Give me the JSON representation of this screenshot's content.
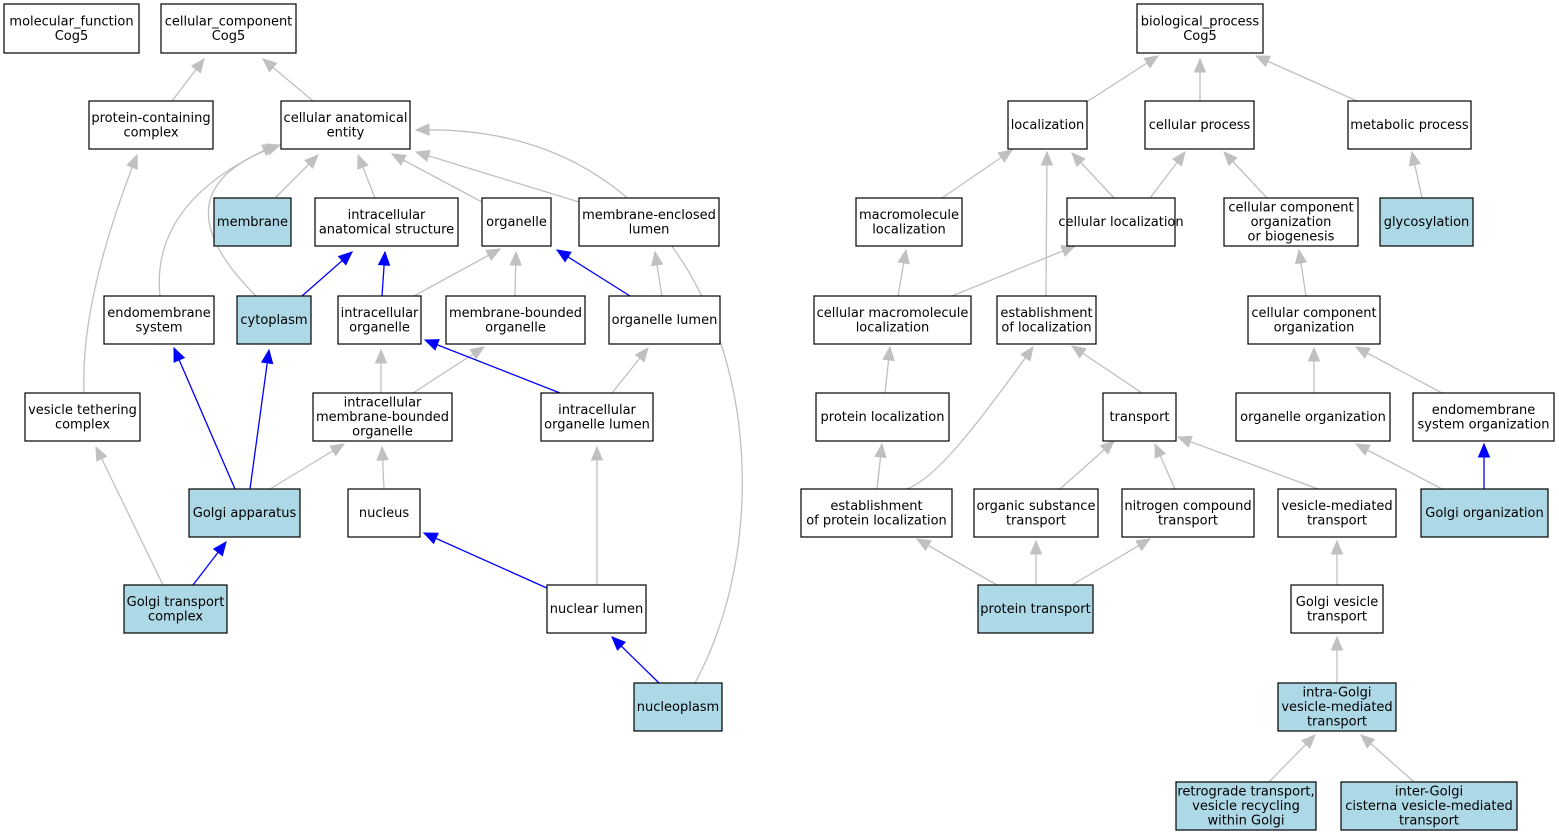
{
  "colors": {
    "highlight_fill": "#add8e6",
    "plain_fill": "#ffffff",
    "edge_gray": "#c0c0c0",
    "edge_blue": "#0000ff"
  },
  "nodes": [
    {
      "id": "mf_root",
      "lines": [
        "molecular_function",
        "Cog5"
      ],
      "highlight": false
    },
    {
      "id": "cc_root",
      "lines": [
        "cellular_component",
        "Cog5"
      ],
      "highlight": false
    },
    {
      "id": "bp_root",
      "lines": [
        "biological_process",
        "Cog5"
      ],
      "highlight": false
    },
    {
      "id": "protein_containing_complex",
      "lines": [
        "protein-containing",
        "complex"
      ],
      "highlight": false
    },
    {
      "id": "cellular_anatomical_entity",
      "lines": [
        "cellular anatomical",
        "entity"
      ],
      "highlight": false
    },
    {
      "id": "membrane",
      "lines": [
        "membrane"
      ],
      "highlight": true
    },
    {
      "id": "intracellular_anatomical_structure",
      "lines": [
        "intracellular",
        "anatomical structure"
      ],
      "highlight": false
    },
    {
      "id": "organelle",
      "lines": [
        "organelle"
      ],
      "highlight": false
    },
    {
      "id": "membrane_enclosed_lumen",
      "lines": [
        "membrane-enclosed",
        "lumen"
      ],
      "highlight": false
    },
    {
      "id": "endomembrane_system",
      "lines": [
        "endomembrane",
        "system"
      ],
      "highlight": false
    },
    {
      "id": "cytoplasm",
      "lines": [
        "cytoplasm"
      ],
      "highlight": true
    },
    {
      "id": "intracellular_organelle",
      "lines": [
        "intracellular",
        "organelle"
      ],
      "highlight": false
    },
    {
      "id": "membrane_bounded_organelle",
      "lines": [
        "membrane-bounded",
        "organelle"
      ],
      "highlight": false
    },
    {
      "id": "organelle_lumen",
      "lines": [
        "organelle lumen"
      ],
      "highlight": false
    },
    {
      "id": "vesicle_tethering_complex",
      "lines": [
        "vesicle tethering",
        "complex"
      ],
      "highlight": false
    },
    {
      "id": "intracellular_membrane_bounded_organelle",
      "lines": [
        "intracellular",
        "membrane-bounded",
        "organelle"
      ],
      "highlight": false
    },
    {
      "id": "intracellular_organelle_lumen",
      "lines": [
        "intracellular",
        "organelle lumen"
      ],
      "highlight": false
    },
    {
      "id": "golgi_apparatus",
      "lines": [
        "Golgi apparatus"
      ],
      "highlight": true
    },
    {
      "id": "nucleus",
      "lines": [
        "nucleus"
      ],
      "highlight": false
    },
    {
      "id": "golgi_transport_complex",
      "lines": [
        "Golgi transport",
        "complex"
      ],
      "highlight": true
    },
    {
      "id": "nuclear_lumen",
      "lines": [
        "nuclear lumen"
      ],
      "highlight": false
    },
    {
      "id": "nucleoplasm",
      "lines": [
        "nucleoplasm"
      ],
      "highlight": true
    },
    {
      "id": "localization",
      "lines": [
        "localization"
      ],
      "highlight": false
    },
    {
      "id": "cellular_process",
      "lines": [
        "cellular process"
      ],
      "highlight": false
    },
    {
      "id": "metabolic_process",
      "lines": [
        "metabolic process"
      ],
      "highlight": false
    },
    {
      "id": "macromolecule_localization",
      "lines": [
        "macromolecule",
        "localization"
      ],
      "highlight": false
    },
    {
      "id": "cellular_localization",
      "lines": [
        "cellular localization"
      ],
      "highlight": false
    },
    {
      "id": "cellular_component_organization_or_biogenesis",
      "lines": [
        "cellular component",
        "organization",
        "or biogenesis"
      ],
      "highlight": false
    },
    {
      "id": "glycosylation",
      "lines": [
        "glycosylation"
      ],
      "highlight": true
    },
    {
      "id": "cellular_macromolecule_localization",
      "lines": [
        "cellular macromolecule",
        "localization"
      ],
      "highlight": false
    },
    {
      "id": "establishment_of_localization",
      "lines": [
        "establishment",
        "of localization"
      ],
      "highlight": false
    },
    {
      "id": "cellular_component_organization",
      "lines": [
        "cellular component",
        "organization"
      ],
      "highlight": false
    },
    {
      "id": "protein_localization",
      "lines": [
        "protein localization"
      ],
      "highlight": false
    },
    {
      "id": "transport",
      "lines": [
        "transport"
      ],
      "highlight": false
    },
    {
      "id": "organelle_organization",
      "lines": [
        "organelle organization"
      ],
      "highlight": false
    },
    {
      "id": "endomembrane_system_organization",
      "lines": [
        "endomembrane",
        "system organization"
      ],
      "highlight": false
    },
    {
      "id": "establishment_of_protein_localization",
      "lines": [
        "establishment",
        "of protein localization"
      ],
      "highlight": false
    },
    {
      "id": "organic_substance_transport",
      "lines": [
        "organic substance",
        "transport"
      ],
      "highlight": false
    },
    {
      "id": "nitrogen_compound_transport",
      "lines": [
        "nitrogen compound",
        "transport"
      ],
      "highlight": false
    },
    {
      "id": "vesicle_mediated_transport",
      "lines": [
        "vesicle-mediated",
        "transport"
      ],
      "highlight": false
    },
    {
      "id": "golgi_organization",
      "lines": [
        "Golgi organization"
      ],
      "highlight": true
    },
    {
      "id": "protein_transport",
      "lines": [
        "protein transport"
      ],
      "highlight": true
    },
    {
      "id": "golgi_vesicle_transport",
      "lines": [
        "Golgi vesicle",
        "transport"
      ],
      "highlight": false
    },
    {
      "id": "intra_golgi_vesicle_mediated_transport",
      "lines": [
        "intra-Golgi",
        "vesicle-mediated",
        "transport"
      ],
      "highlight": true
    },
    {
      "id": "retrograde_transport",
      "lines": [
        "retrograde transport,",
        "vesicle recycling",
        "within Golgi"
      ],
      "highlight": true
    },
    {
      "id": "inter_golgi_cisterna",
      "lines": [
        "inter-Golgi",
        "cisterna vesicle-mediated",
        "transport"
      ],
      "highlight": true
    }
  ],
  "edges": [
    {
      "from": "protein_containing_complex",
      "to": "cc_root",
      "color": "gray"
    },
    {
      "from": "cellular_anatomical_entity",
      "to": "cc_root",
      "color": "gray"
    },
    {
      "from": "membrane",
      "to": "cellular_anatomical_entity",
      "color": "gray"
    },
    {
      "from": "intracellular_anatomical_structure",
      "to": "cellular_anatomical_entity",
      "color": "gray"
    },
    {
      "from": "organelle",
      "to": "cellular_anatomical_entity",
      "color": "gray"
    },
    {
      "from": "membrane_enclosed_lumen",
      "to": "cellular_anatomical_entity",
      "color": "gray"
    },
    {
      "from": "endomembrane_system",
      "to": "cellular_anatomical_entity",
      "color": "gray"
    },
    {
      "from": "cytoplasm",
      "to": "cellular_anatomical_entity",
      "color": "gray"
    },
    {
      "from": "nucleoplasm",
      "to": "cellular_anatomical_entity",
      "color": "gray"
    },
    {
      "from": "cytoplasm",
      "to": "intracellular_anatomical_structure",
      "color": "blue"
    },
    {
      "from": "intracellular_organelle",
      "to": "intracellular_anatomical_structure",
      "color": "blue"
    },
    {
      "from": "intracellular_organelle",
      "to": "organelle",
      "color": "gray"
    },
    {
      "from": "membrane_bounded_organelle",
      "to": "organelle",
      "color": "gray"
    },
    {
      "from": "organelle_lumen",
      "to": "organelle",
      "color": "blue"
    },
    {
      "from": "organelle_lumen",
      "to": "membrane_enclosed_lumen",
      "color": "gray"
    },
    {
      "from": "vesicle_tethering_complex",
      "to": "protein_containing_complex",
      "color": "gray"
    },
    {
      "from": "intracellular_membrane_bounded_organelle",
      "to": "intracellular_organelle",
      "color": "gray"
    },
    {
      "from": "intracellular_membrane_bounded_organelle",
      "to": "membrane_bounded_organelle",
      "color": "gray"
    },
    {
      "from": "intracellular_organelle_lumen",
      "to": "intracellular_organelle",
      "color": "blue"
    },
    {
      "from": "intracellular_organelle_lumen",
      "to": "organelle_lumen",
      "color": "gray"
    },
    {
      "from": "golgi_apparatus",
      "to": "endomembrane_system",
      "color": "blue"
    },
    {
      "from": "golgi_apparatus",
      "to": "cytoplasm",
      "color": "blue"
    },
    {
      "from": "golgi_apparatus",
      "to": "intracellular_membrane_bounded_organelle",
      "color": "gray"
    },
    {
      "from": "nucleus",
      "to": "intracellular_membrane_bounded_organelle",
      "color": "gray"
    },
    {
      "from": "golgi_transport_complex",
      "to": "vesicle_tethering_complex",
      "color": "gray"
    },
    {
      "from": "golgi_transport_complex",
      "to": "golgi_apparatus",
      "color": "blue"
    },
    {
      "from": "nuclear_lumen",
      "to": "nucleus",
      "color": "blue"
    },
    {
      "from": "nuclear_lumen",
      "to": "intracellular_organelle_lumen",
      "color": "gray"
    },
    {
      "from": "nucleoplasm",
      "to": "nuclear_lumen",
      "color": "blue"
    },
    {
      "from": "localization",
      "to": "bp_root",
      "color": "gray"
    },
    {
      "from": "cellular_process",
      "to": "bp_root",
      "color": "gray"
    },
    {
      "from": "metabolic_process",
      "to": "bp_root",
      "color": "gray"
    },
    {
      "from": "macromolecule_localization",
      "to": "localization",
      "color": "gray"
    },
    {
      "from": "cellular_localization",
      "to": "localization",
      "color": "gray"
    },
    {
      "from": "cellular_localization",
      "to": "cellular_process",
      "color": "gray"
    },
    {
      "from": "cellular_component_organization_or_biogenesis",
      "to": "cellular_process",
      "color": "gray"
    },
    {
      "from": "glycosylation",
      "to": "metabolic_process",
      "color": "gray"
    },
    {
      "from": "cellular_macromolecule_localization",
      "to": "macromolecule_localization",
      "color": "gray"
    },
    {
      "from": "cellular_macromolecule_localization",
      "to": "cellular_localization",
      "color": "gray"
    },
    {
      "from": "establishment_of_localization",
      "to": "localization",
      "color": "gray"
    },
    {
      "from": "cellular_component_organization",
      "to": "cellular_component_organization_or_biogenesis",
      "color": "gray"
    },
    {
      "from": "protein_localization",
      "to": "cellular_macromolecule_localization",
      "color": "gray"
    },
    {
      "from": "transport",
      "to": "establishment_of_localization",
      "color": "gray"
    },
    {
      "from": "organelle_organization",
      "to": "cellular_component_organization",
      "color": "gray"
    },
    {
      "from": "endomembrane_system_organization",
      "to": "cellular_component_organization",
      "color": "gray"
    },
    {
      "from": "establishment_of_protein_localization",
      "to": "protein_localization",
      "color": "gray"
    },
    {
      "from": "establishment_of_protein_localization",
      "to": "establishment_of_localization",
      "color": "gray"
    },
    {
      "from": "organic_substance_transport",
      "to": "transport",
      "color": "gray"
    },
    {
      "from": "nitrogen_compound_transport",
      "to": "transport",
      "color": "gray"
    },
    {
      "from": "vesicle_mediated_transport",
      "to": "transport",
      "color": "gray"
    },
    {
      "from": "golgi_organization",
      "to": "organelle_organization",
      "color": "gray"
    },
    {
      "from": "golgi_organization",
      "to": "endomembrane_system_organization",
      "color": "blue"
    },
    {
      "from": "protein_transport",
      "to": "establishment_of_protein_localization",
      "color": "gray"
    },
    {
      "from": "protein_transport",
      "to": "organic_substance_transport",
      "color": "gray"
    },
    {
      "from": "protein_transport",
      "to": "nitrogen_compound_transport",
      "color": "gray"
    },
    {
      "from": "golgi_vesicle_transport",
      "to": "vesicle_mediated_transport",
      "color": "gray"
    },
    {
      "from": "intra_golgi_vesicle_mediated_transport",
      "to": "golgi_vesicle_transport",
      "color": "gray"
    },
    {
      "from": "retrograde_transport",
      "to": "intra_golgi_vesicle_mediated_transport",
      "color": "gray"
    },
    {
      "from": "inter_golgi_cisterna",
      "to": "intra_golgi_vesicle_mediated_transport",
      "color": "gray"
    }
  ]
}
